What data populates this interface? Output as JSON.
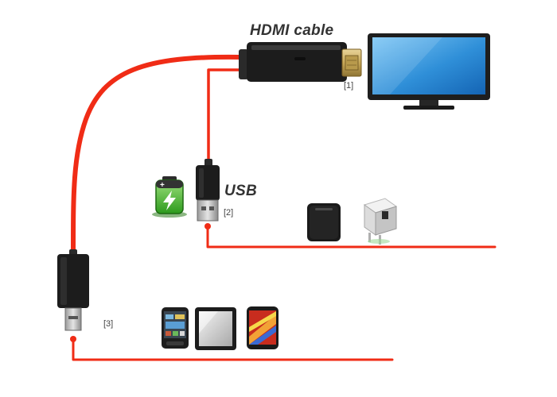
{
  "labels": {
    "hdmi_cable": "HDMI cable",
    "usb": "USB",
    "marker_1": "[1]",
    "marker_2": "[2]",
    "marker_3": "[3]"
  },
  "icons": {
    "hdmi_plug": "hdmi-plug-icon",
    "usb_plug": "usb-plug-icon",
    "micro_usb_plug": "micro-usb-plug-icon",
    "monitor": "monitor-icon",
    "battery": "battery-icon",
    "power_bank": "power-bank-icon",
    "wall_charger": "wall-charger-icon",
    "phone": "phone-icon",
    "tablet": "tablet-icon",
    "smartphone": "smartphone-icon"
  },
  "colors": {
    "cable_red": "#f02c16",
    "connector_black": "#1c1c1c",
    "monitor_screen": "#2f8fd8",
    "battery_green": "#3fb82a"
  }
}
